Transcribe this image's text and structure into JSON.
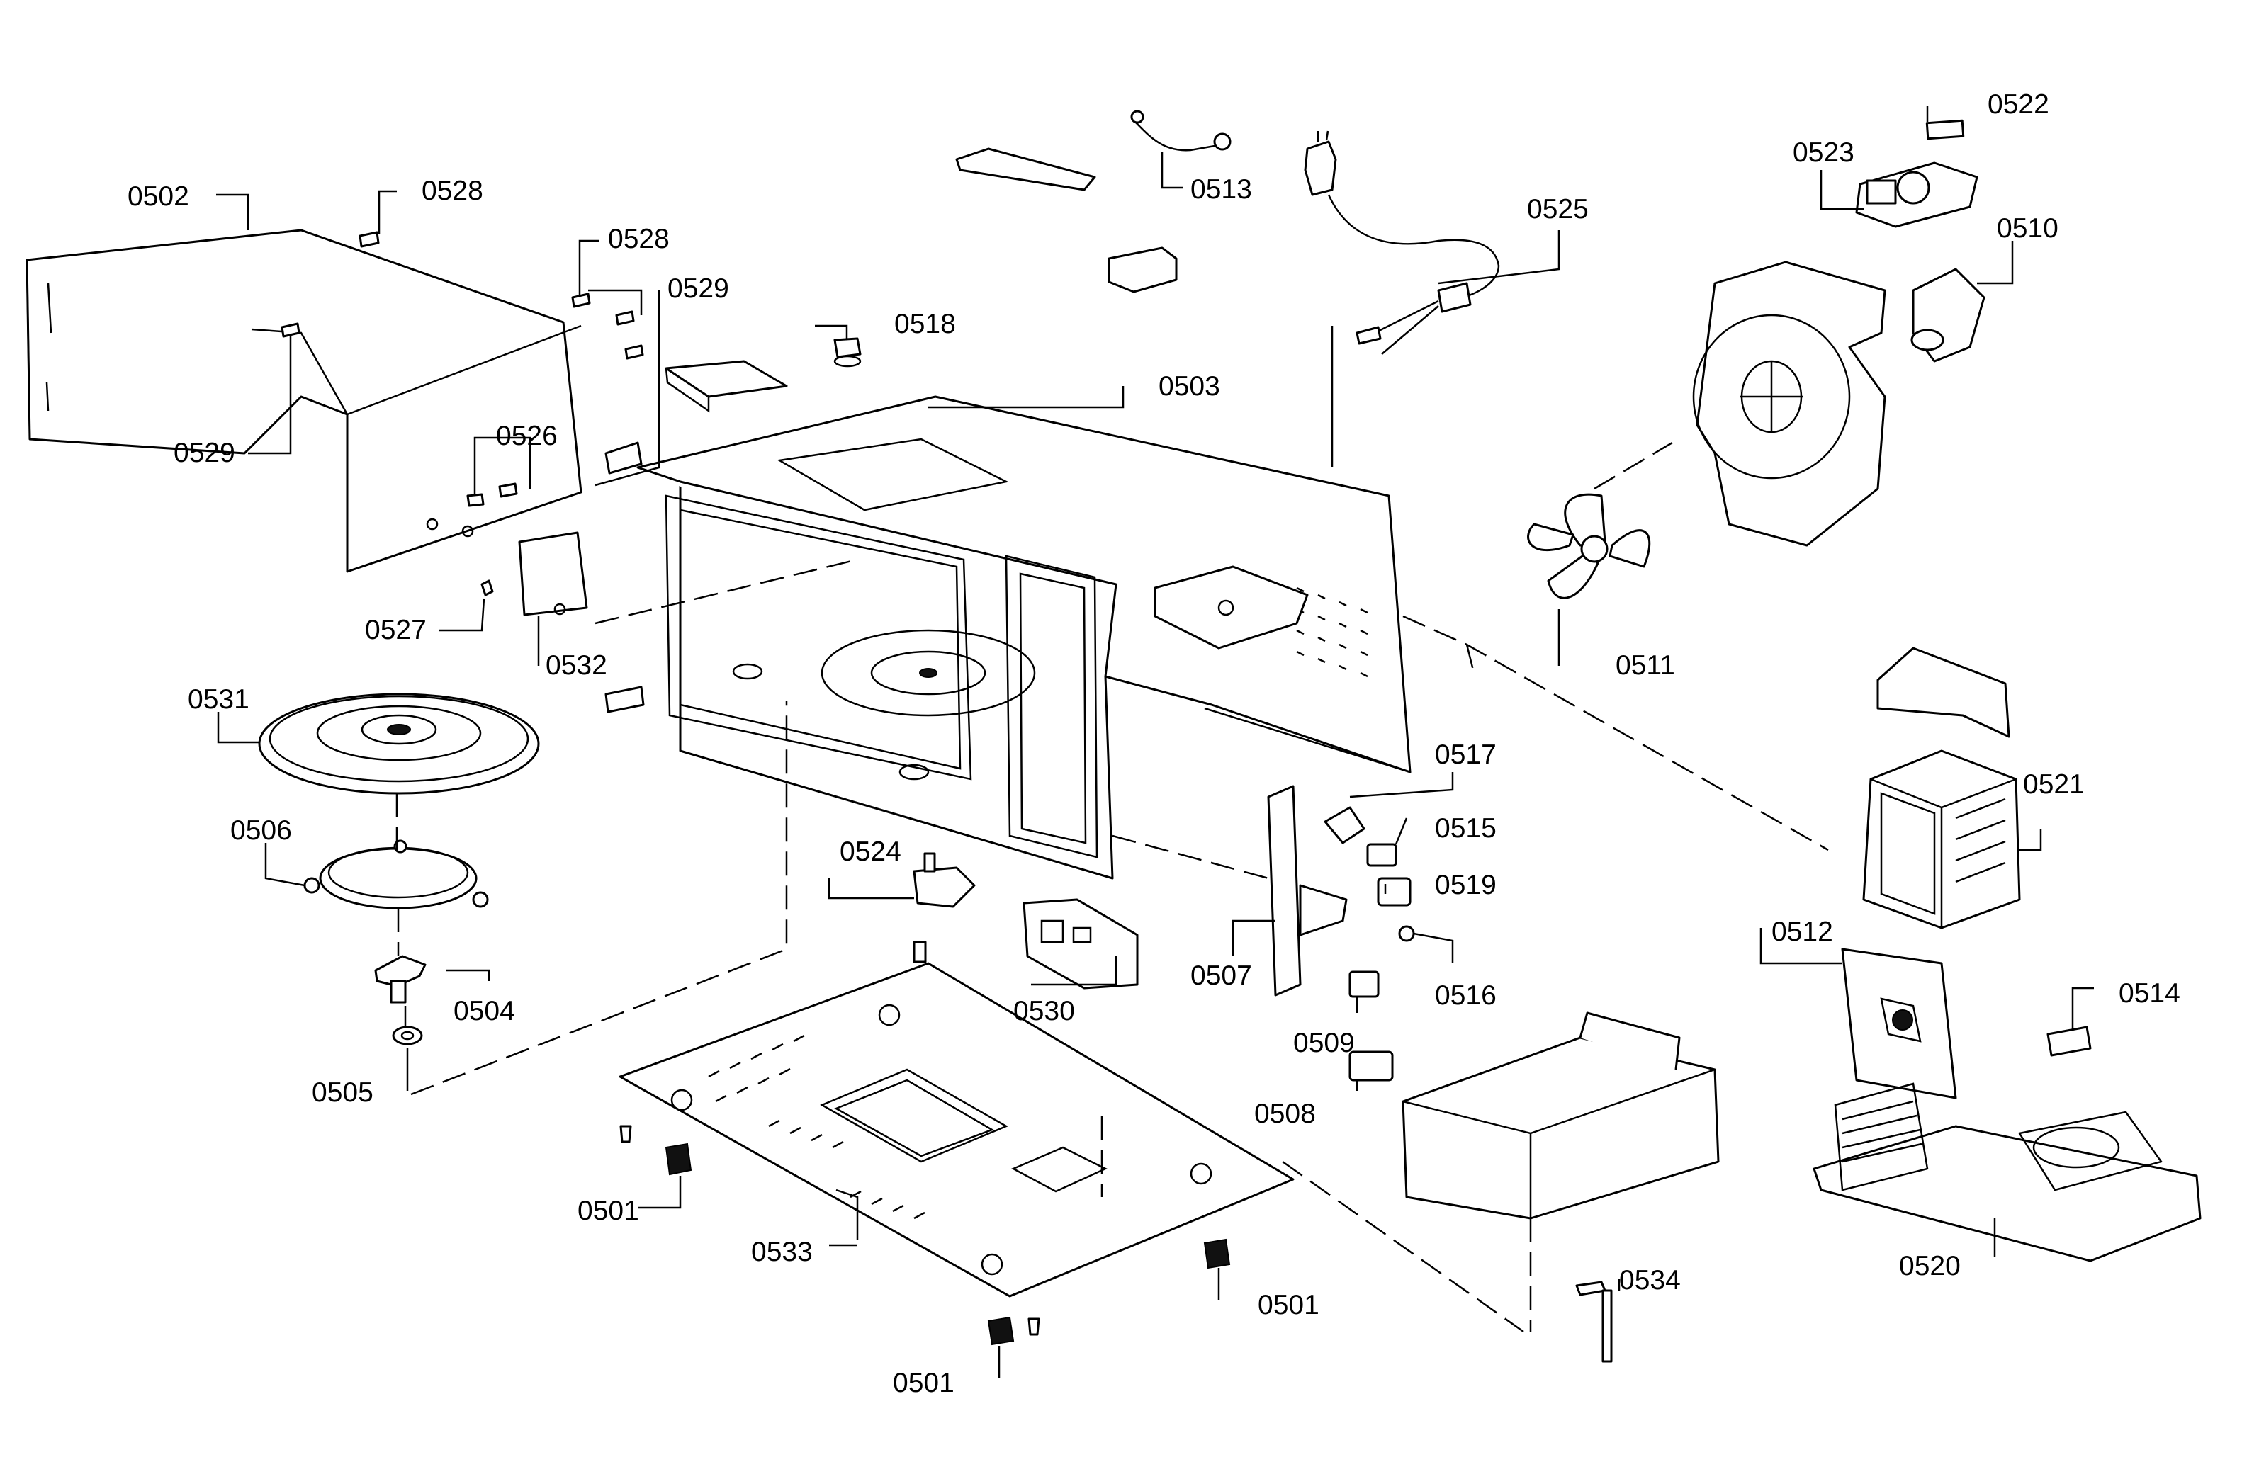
{
  "labels": {
    "cabinet": "0502",
    "screw_top": "0528",
    "screw_right": "0528",
    "screw_side_left": "0529",
    "screw_side_right": "0529",
    "screw_pair": "0526",
    "clip": "0527",
    "cover": "0532",
    "turntable": "0531",
    "roller_ring": "0506",
    "coupler": "0504",
    "washer": "0505",
    "body": "0503",
    "lamp_socket": "0518",
    "thermal_wire": "0513",
    "power_cord": "0525",
    "fuse": "0522",
    "noise_filter": "0523",
    "fan_motor": "0510",
    "fan_blade": "0511",
    "latch_arm": "0517",
    "switch_a": "0515",
    "switch_b": "0519",
    "switch_c": "0516",
    "latch_board": "0507",
    "switch_d": "0509",
    "switch_e": "0508",
    "turntable_motor": "0524",
    "bracket": "0530",
    "transformer": "0521",
    "capacitor_bracket": "0512",
    "diode": "0514",
    "inverter": "0520",
    "base_plate": "0533",
    "foot_left": "0501",
    "foot_right": "0501",
    "foot_bottom": "0501",
    "bracket_bottom": "0534"
  }
}
